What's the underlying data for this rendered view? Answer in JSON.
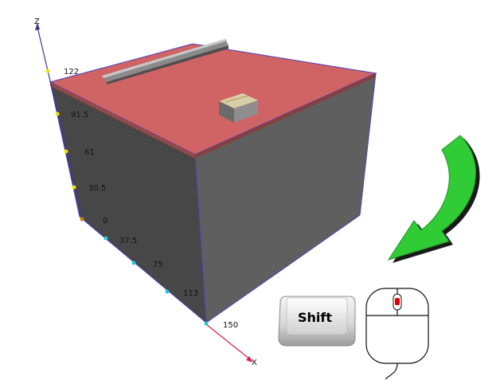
{
  "axes": {
    "z_label": "Z",
    "x_label": "X",
    "z_ticks": [
      "122",
      "91.5",
      "61",
      "30.5",
      "0"
    ],
    "x_ticks": [
      "37.5",
      "75",
      "113",
      "150"
    ],
    "z_tick_color": "#f2e600",
    "x_tick_color": "#23c8d8",
    "origin_color": "#b8860b",
    "axis_color": "#3a3a8c",
    "x_axis_color": "#d4214a"
  },
  "box": {
    "top_color": "#d06363",
    "front_color": "#474747",
    "side_color": "#5f5f5f",
    "edge_color": "#4a3fb8"
  },
  "hint": {
    "arrow_icon": "rotate-arrow-icon",
    "arrow_color": "#2fcc36",
    "key_label": "Shift",
    "mouse_icon": "mouse-icon",
    "mouse_button_color": "#e00000"
  }
}
